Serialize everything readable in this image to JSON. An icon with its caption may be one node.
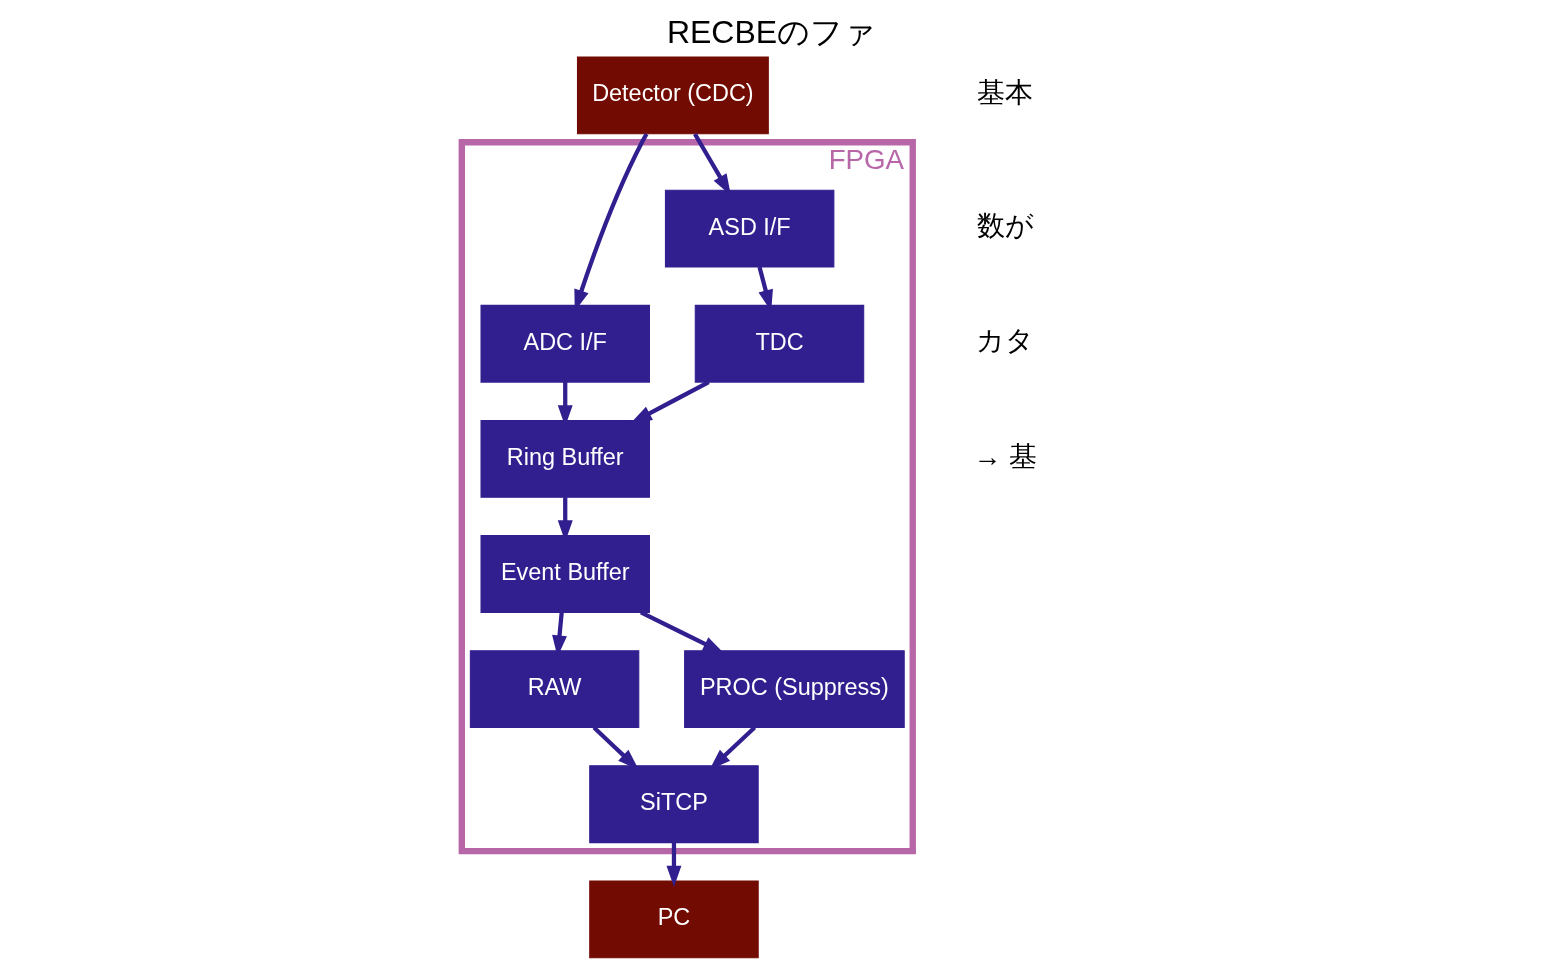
{
  "diagram": {
    "title": "RECBEのファ",
    "nodes": [
      {
        "text": [
          "Detector (CDC)"
        ]
      },
      {
        "text": [
          "FPGA"
        ]
      },
      {
        "text": [
          "ADC I/F"
        ],
        "in": 1
      },
      {
        "text": [
          "ASD I/F"
        ],
        "in": 1
      },
      {
        "text": [
          "Ring Buffer"
        ],
        "in": 1
      },
      {
        "text": [
          "TDC"
        ],
        "in": 1
      },
      {
        "text": [
          "Event Buffer"
        ],
        "in": 1
      },
      {
        "text": [
          "RAW"
        ],
        "in": 1
      },
      {
        "text": [
          "PROC (Suppress)"
        ],
        "in": 1
      },
      {
        "text": [
          "SiTCP"
        ],
        "in": 1
      },
      {
        "text": [
          "PC"
        ]
      }
    ],
    "edges": [
      {
        "from": 0,
        "to": 2,
        "arrow": "to"
      },
      {
        "from": 0,
        "to": 3,
        "arrow": "to"
      },
      {
        "from": 2,
        "to": 4,
        "arrow": "to"
      },
      {
        "from": 3,
        "to": 5,
        "arrow": "to"
      },
      {
        "from": 5,
        "to": 4,
        "arrow": "to"
      },
      {
        "from": 4,
        "to": 6,
        "arrow": "to"
      },
      {
        "from": 6,
        "to": 7,
        "arrow": "to"
      },
      {
        "from": 6,
        "to": 8,
        "arrow": "to"
      },
      {
        "from": 7,
        "to": 9,
        "arrow": "to"
      },
      {
        "from": 8,
        "to": 9,
        "arrow": "to"
      },
      {
        "from": 9,
        "to": 10,
        "arrow": "to"
      }
    ],
    "labels": [
      "基本",
      "数が",
      "カタ",
      "→ 基"
    ]
  }
}
